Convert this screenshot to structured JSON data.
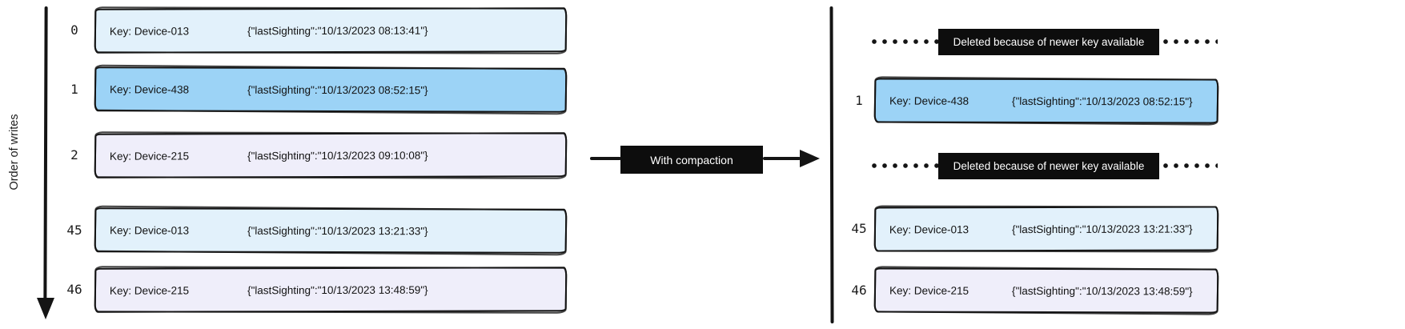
{
  "axis": {
    "label": "Order of writes"
  },
  "transform": {
    "label": "With compaction"
  },
  "colors": {
    "light_blue": "#e2f1fb",
    "blue": "#9cd3f6",
    "lavender": "#efeefa",
    "ink": "#141414",
    "deleted_bg": "#0d0d0d",
    "deleted_text": "#ffffff"
  },
  "left_log": {
    "rows": [
      {
        "order": "0",
        "key": "Key: Device-013",
        "value": "{\"lastSighting\":\"10/13/2023 08:13:41\"}",
        "fill": "light_blue"
      },
      {
        "order": "1",
        "key": "Key: Device-438",
        "value": "{\"lastSighting\":\"10/13/2023 08:52:15\"}",
        "fill": "blue"
      },
      {
        "order": "2",
        "key": "Key: Device-215",
        "value": "{\"lastSighting\":\"10/13/2023 09:10:08\"}",
        "fill": "lavender"
      },
      {
        "order": "45",
        "key": "Key: Device-013",
        "value": "{\"lastSighting\":\"10/13/2023 13:21:33\"}",
        "fill": "light_blue"
      },
      {
        "order": "46",
        "key": "Key: Device-215",
        "value": "{\"lastSighting\":\"10/13/2023 13:48:59\"}",
        "fill": "lavender"
      }
    ]
  },
  "right_log": {
    "rows": [
      {
        "type": "deleted",
        "label": "Deleted because of newer key available"
      },
      {
        "type": "record",
        "order": "1",
        "key": "Key: Device-438",
        "value": "{\"lastSighting\":\"10/13/2023 08:52:15\"}",
        "fill": "blue"
      },
      {
        "type": "deleted",
        "label": "Deleted because of newer key available"
      },
      {
        "type": "record",
        "order": "45",
        "key": "Key: Device-013",
        "value": "{\"lastSighting\":\"10/13/2023 13:21:33\"}",
        "fill": "light_blue"
      },
      {
        "type": "record",
        "order": "46",
        "key": "Key: Device-215",
        "value": "{\"lastSighting\":\"10/13/2023 13:48:59\"}",
        "fill": "lavender"
      }
    ]
  }
}
